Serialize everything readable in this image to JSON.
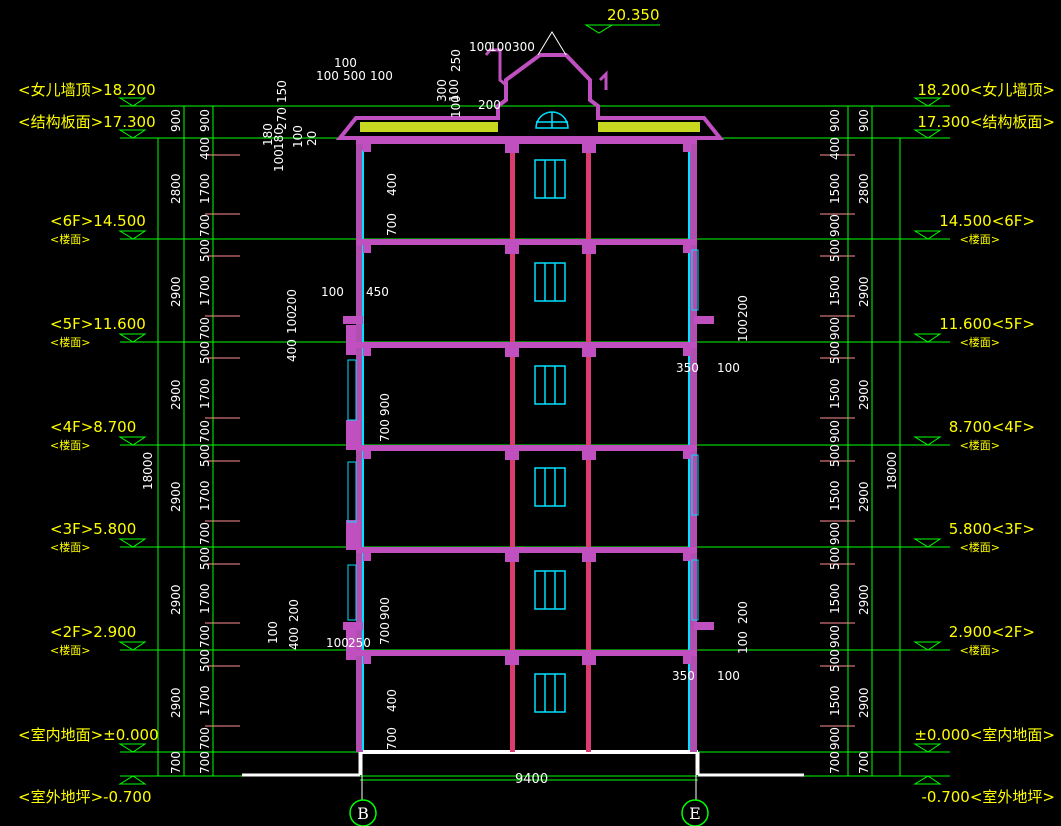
{
  "top_elevation": "20.350",
  "levels": [
    {
      "left": "<女儿墙顶>18.200",
      "right": "18.200<女儿墙顶>",
      "sub_left": "",
      "sub_right": "",
      "elev": 18.2
    },
    {
      "left": "<结构板面>17.300",
      "right": "17.300<结构板面>",
      "sub_left": "",
      "sub_right": "",
      "elev": 17.3
    },
    {
      "left": "<6F>14.500",
      "right": "14.500<6F>",
      "sub_left": "<楼面>",
      "sub_right": "<楼面>",
      "elev": 14.5
    },
    {
      "left": "<5F>11.600",
      "right": "11.600<5F>",
      "sub_left": "<楼面>",
      "sub_right": "<楼面>",
      "elev": 11.6
    },
    {
      "left": "<4F>8.700",
      "right": "8.700<4F>",
      "sub_left": "<楼面>",
      "sub_right": "<楼面>",
      "elev": 8.7
    },
    {
      "left": "<3F>5.800",
      "right": "5.800<3F>",
      "sub_left": "<楼面>",
      "sub_right": "<楼面>",
      "elev": 5.8
    },
    {
      "left": "<2F>2.900",
      "right": "2.900<2F>",
      "sub_left": "<楼面>",
      "sub_right": "<楼面>",
      "elev": 2.9
    },
    {
      "left": "<室内地面>±0.000",
      "right": "±0.000<室内地面>",
      "sub_left": "",
      "sub_right": "",
      "elev": 0.0
    },
    {
      "left": "<室外地坪>-0.700",
      "right": "-0.700<室外地坪>",
      "sub_left": "",
      "sub_right": "",
      "elev": -0.7
    }
  ],
  "dims": {
    "total_height": "18000",
    "left_story": [
      "900",
      "2800",
      "2900",
      "2900",
      "2900",
      "2900",
      "2900",
      "700"
    ],
    "left_detail": [
      "900",
      "400",
      "1700",
      "700",
      "500",
      "1700",
      "700",
      "500",
      "1700",
      "700",
      "500",
      "1700",
      "700",
      "500",
      "1700",
      "700",
      "500",
      "1700",
      "700",
      "700"
    ],
    "right_story": [
      "900",
      "2800",
      "2900",
      "2900",
      "2900",
      "2900",
      "2900",
      "700"
    ],
    "right_detail": [
      "900",
      "400",
      "1500",
      "900",
      "500",
      "1500",
      "900",
      "500",
      "1500",
      "900",
      "500",
      "1500",
      "900",
      "500",
      "1500",
      "900",
      "500",
      "1500",
      "900",
      "700"
    ],
    "width": "9400"
  },
  "axes": [
    "B",
    "E"
  ],
  "roof_notes": [
    "100",
    "100",
    "500",
    "100",
    "100",
    "100",
    "300",
    "250",
    "300",
    "100",
    "100",
    "200",
    "150",
    "270",
    "180",
    "100",
    "180",
    "100",
    "20"
  ],
  "wall_notes": [
    "400",
    "700",
    "100",
    "450",
    "100",
    "200",
    "400",
    "100",
    "200",
    "100",
    "350",
    "100",
    "900",
    "700",
    "900",
    "700",
    "100",
    "200",
    "400",
    "100",
    "250",
    "100",
    "200",
    "100",
    "350",
    "100",
    "400",
    "700"
  ]
}
